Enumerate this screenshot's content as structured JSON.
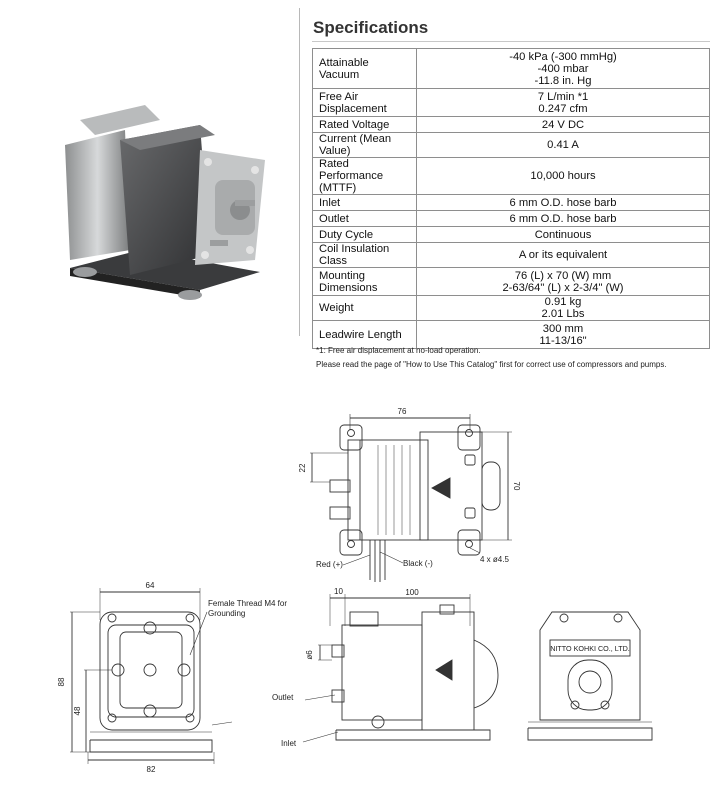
{
  "header": {
    "title": "Specifications"
  },
  "spec_rows": [
    {
      "label": [
        "Attainable Vacuum"
      ],
      "value": [
        "-40 kPa (-300 mmHg)",
        "-400 mbar",
        "-11.8 in. Hg"
      ]
    },
    {
      "label": [
        "Free Air",
        "Displacement"
      ],
      "value": [
        "7 L/min *1",
        "0.247 cfm"
      ]
    },
    {
      "label": [
        "Rated Voltage"
      ],
      "value": [
        "24 V DC"
      ]
    },
    {
      "label": [
        "Current (Mean Value)"
      ],
      "value": [
        "0.41 A"
      ]
    },
    {
      "label": [
        "Rated Performance",
        "(MTTF)"
      ],
      "value": [
        "10,000 hours"
      ]
    },
    {
      "label": [
        "Inlet"
      ],
      "value": [
        "6 mm O.D. hose barb"
      ]
    },
    {
      "label": [
        "Outlet"
      ],
      "value": [
        "6 mm O.D. hose barb"
      ]
    },
    {
      "label": [
        "Duty Cycle"
      ],
      "value": [
        "Continuous"
      ]
    },
    {
      "label": [
        "Coil Insulation Class"
      ],
      "value": [
        "A or its equivalent"
      ]
    },
    {
      "label": [
        "Mounting Dimensions"
      ],
      "value": [
        "76 (L) x 70 (W) mm",
        "2-63/64\" (L) x 2-3/4\" (W)"
      ]
    },
    {
      "label": [
        "Weight"
      ],
      "value": [
        "0.91 kg",
        "2.01 Lbs"
      ]
    },
    {
      "label": [
        "Leadwire Length"
      ],
      "value": [
        "300 mm",
        "11-13/16\""
      ]
    }
  ],
  "notes": {
    "footnote": "*1: Free air displacement at no-load operation.",
    "catalog": "Please read the page of \"How to Use This Catalog\" first for correct use of compressors and pumps."
  },
  "drawing": {
    "top_width": "76",
    "top_height": "70",
    "top_offset": "22",
    "red_wire": "Red (+)",
    "black_wire": "Black (-)",
    "holes": "4 x ø4.5",
    "front_width": "64",
    "front_base": "82",
    "front_height": "88",
    "front_mid": "48",
    "thread_note": [
      "Female Thread M4 for",
      "Grounding"
    ],
    "side_offset": "10",
    "side_length": "100",
    "side_port": "ø6",
    "outlet": "Outlet",
    "inlet": "Inlet",
    "brand": "NITTO KOHKI CO., LTD."
  }
}
